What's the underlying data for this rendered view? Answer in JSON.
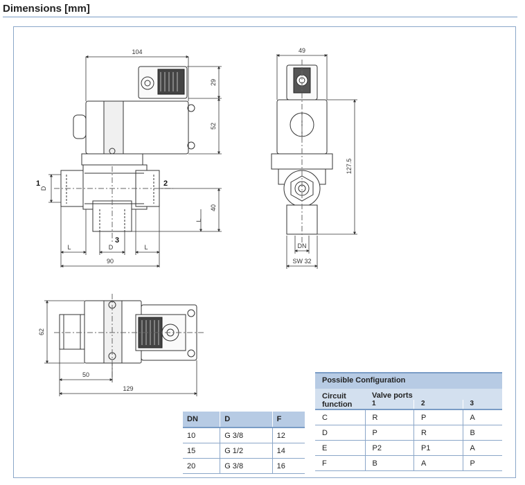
{
  "page": {
    "title": "Dimensions [mm]"
  },
  "dimensions": {
    "front": {
      "width_top": "104",
      "height_plug": "29",
      "height_coil": "52",
      "height_total": "127.5",
      "width_body": "90",
      "height_lower": "40",
      "label_D": "D",
      "label_L": "L",
      "label_D_bottom": "D",
      "label_L_left": "L",
      "label_L_right": "L"
    },
    "side": {
      "width_top": "49",
      "label_DN": "DN",
      "label_SW": "SW 32"
    },
    "top": {
      "height": "62",
      "width_offset": "50",
      "width_total": "129"
    },
    "ports": {
      "p1": "1",
      "p2": "2",
      "p3": "3"
    }
  },
  "dn_table": {
    "headers": [
      "DN",
      "D",
      "F"
    ],
    "rows": [
      [
        "10",
        "G 3/8",
        "12"
      ],
      [
        "15",
        "G 1/2",
        "14"
      ],
      [
        "20",
        "G 3/8",
        "16"
      ]
    ]
  },
  "config_table": {
    "title": "Possible Configuration",
    "circuit_header": "Circuit function",
    "ports_header": "Valve ports",
    "port_numbers": [
      "1",
      "2",
      "3"
    ],
    "rows": [
      [
        "C",
        "R",
        "P",
        "A"
      ],
      [
        "D",
        "P",
        "R",
        "B"
      ],
      [
        "E",
        "P2",
        "P1",
        "A"
      ],
      [
        "F",
        "B",
        "A",
        "P"
      ]
    ]
  }
}
